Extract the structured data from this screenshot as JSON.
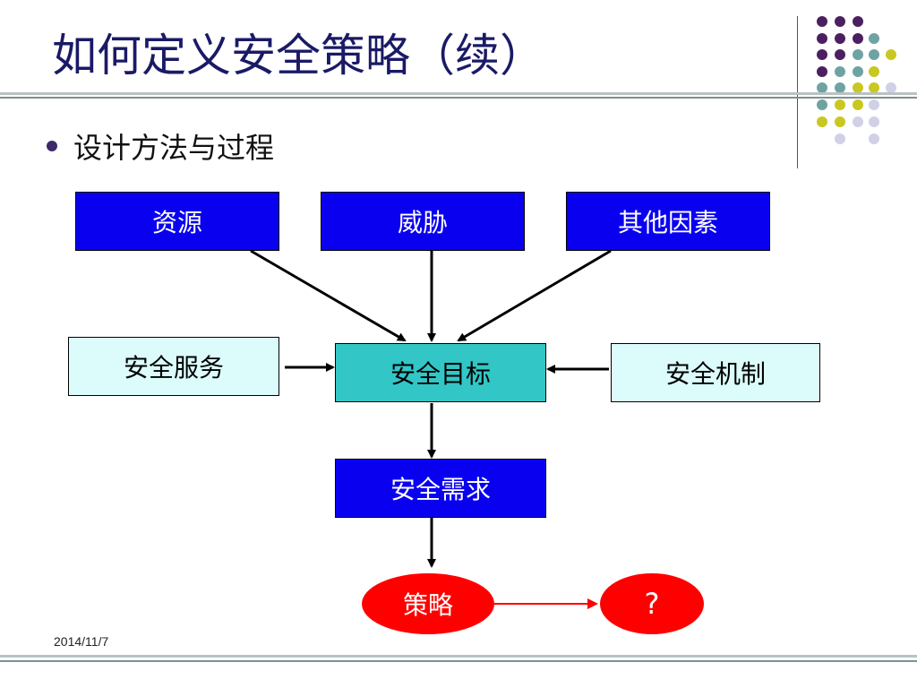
{
  "slide": {
    "title": "如何定义安全策略（续）",
    "bullet": "设计方法与过程",
    "date": "2014/11/7"
  },
  "diagram": {
    "resource": "资源",
    "threat": "威胁",
    "other_factors": "其他因素",
    "security_service": "安全服务",
    "security_goal": "安全目标",
    "security_mechanism": "安全机制",
    "security_requirement": "安全需求",
    "policy": "策略",
    "question": "?"
  },
  "colors": {
    "title": "#1a1a66",
    "box_blue": "#0a00f0",
    "box_light": "#dcfcfc",
    "box_teal": "#33c6c6",
    "oval_red": "#ff0000",
    "dot_purple": "#4b2060",
    "dot_teal": "#6fa3a3",
    "dot_yellow": "#c8c820",
    "dot_lavender": "#d0d0e6"
  }
}
